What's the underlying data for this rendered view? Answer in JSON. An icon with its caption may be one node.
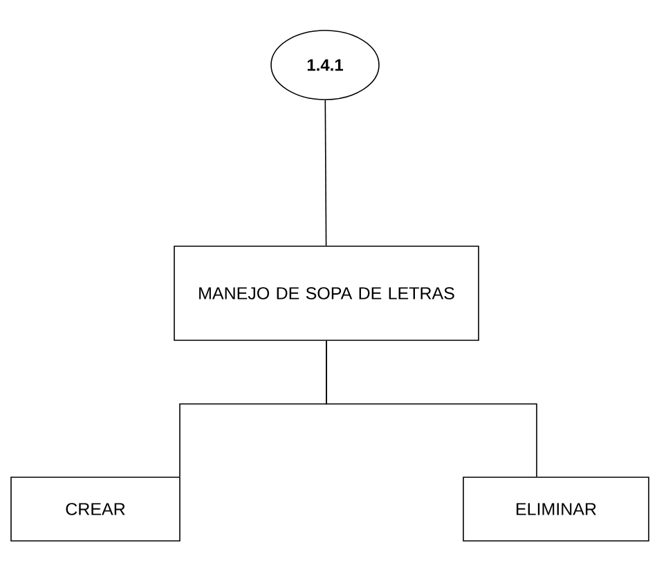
{
  "diagram": {
    "nodes": [
      {
        "text": [
          "1.4.1"
        ]
      },
      {
        "text": [
          "MANEJO DE SOPA DE LETRAS"
        ]
      },
      {
        "text": [
          "CREAR"
        ]
      },
      {
        "text": [
          "ELIMINAR"
        ]
      }
    ],
    "edges": [
      {
        "from": 0,
        "to": 1,
        "arrow": "none"
      },
      {
        "from": 1,
        "to": 2,
        "arrow": "none"
      },
      {
        "from": 1,
        "to": 3,
        "arrow": "none"
      }
    ]
  }
}
